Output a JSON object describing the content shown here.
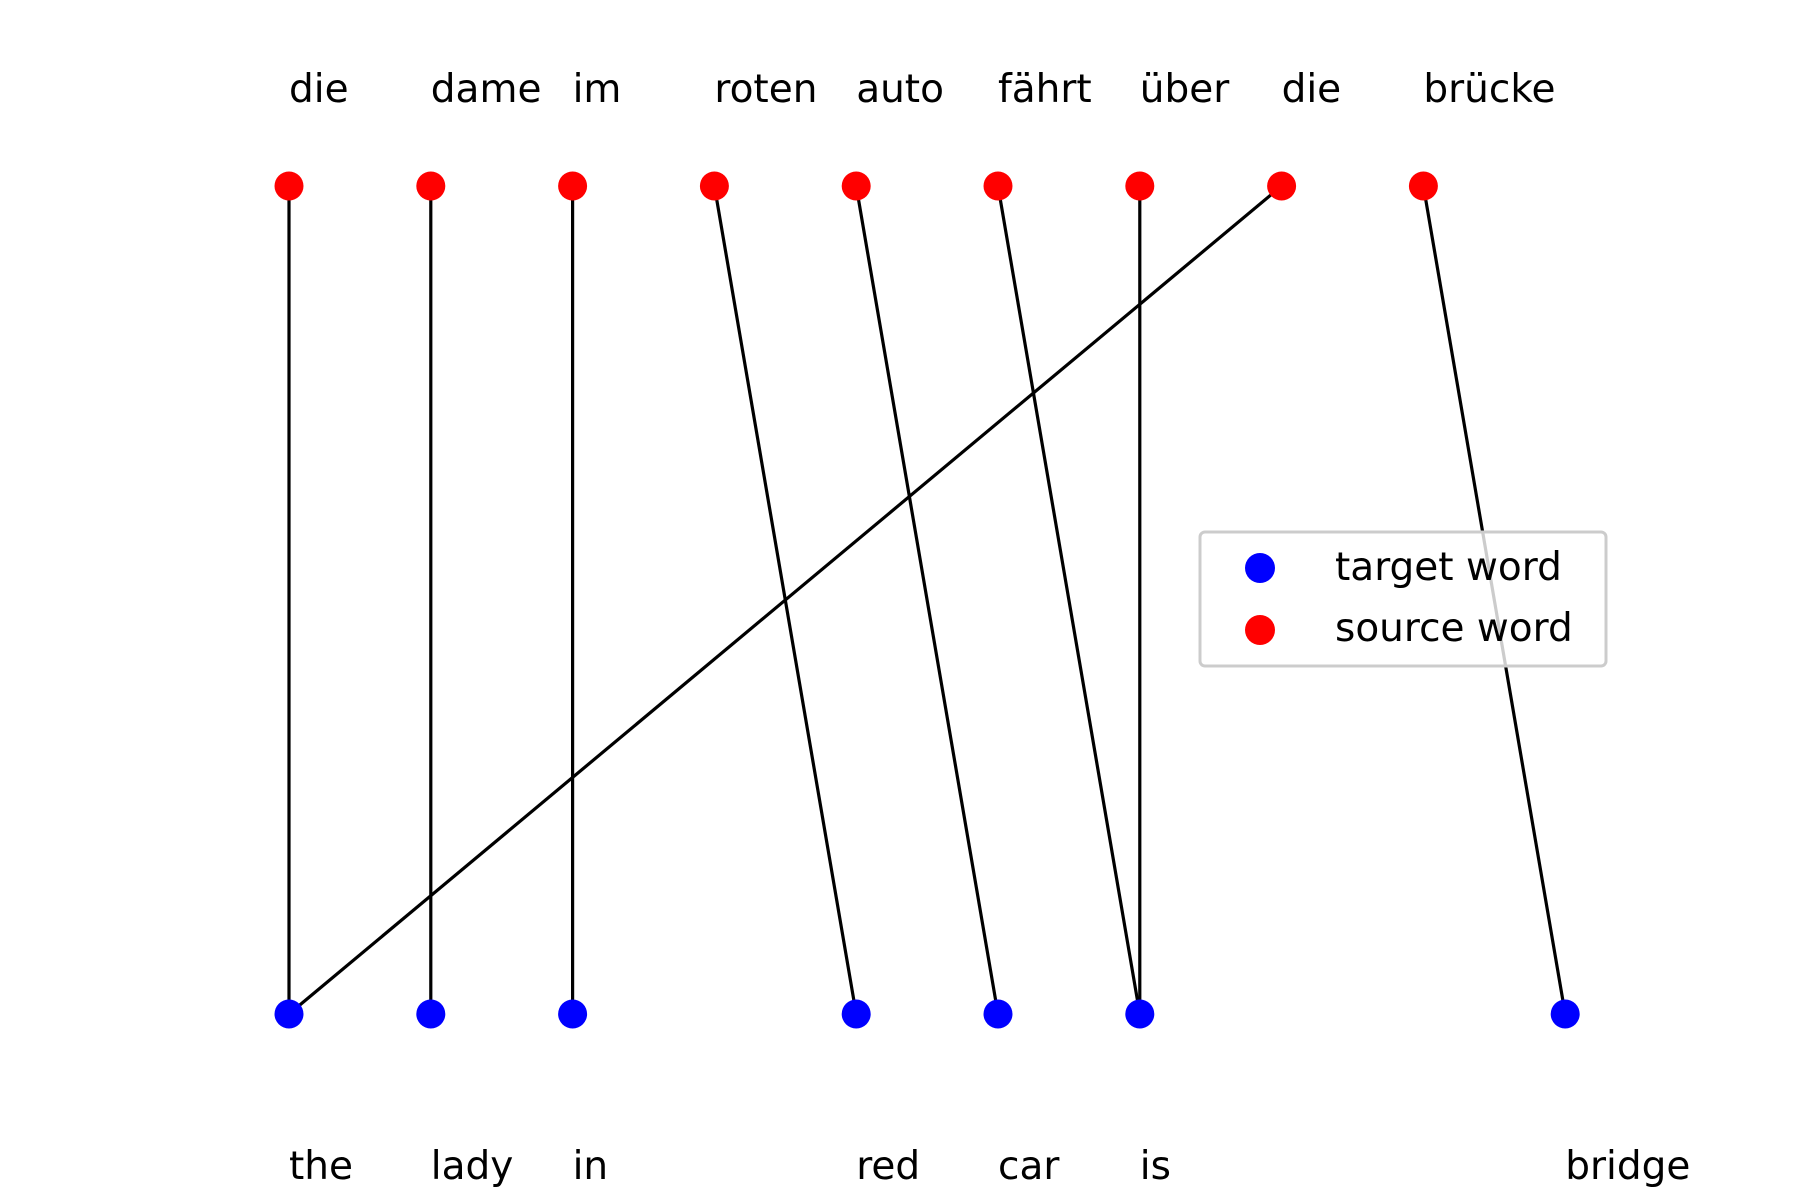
{
  "source_words": [
    "die",
    "dame",
    "im",
    "roten",
    "auto",
    "fährt",
    "über",
    "die",
    "brücke"
  ],
  "target_words": [
    "the",
    "lady",
    "in",
    "",
    "red",
    "car",
    "is",
    "",
    "",
    "bridge"
  ],
  "alignments": [
    [
      0,
      0
    ],
    [
      1,
      1
    ],
    [
      2,
      2
    ],
    [
      3,
      4
    ],
    [
      4,
      5
    ],
    [
      5,
      6
    ],
    [
      6,
      6
    ],
    [
      7,
      0
    ],
    [
      8,
      9
    ]
  ],
  "legend": {
    "target_label": "target word",
    "source_label": "source word"
  },
  "colors": {
    "source": "#ff0000",
    "target": "#0000ff",
    "link": "#000000",
    "legend_border": "#cccccc"
  }
}
